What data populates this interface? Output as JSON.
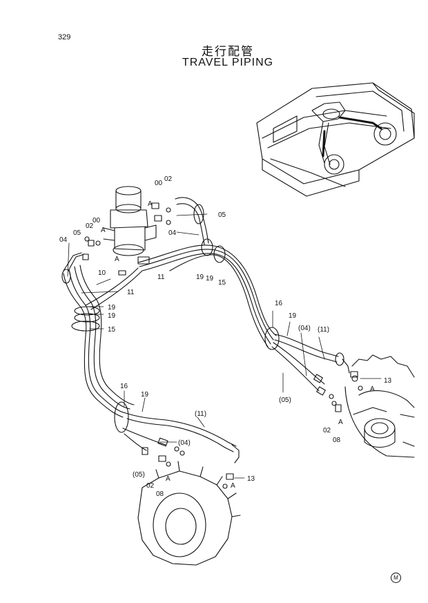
{
  "page_number": "329",
  "title_jp": "走行配管",
  "title_en": "TRAVEL PIPING",
  "corner_mark": "M",
  "labels": {
    "l02_top": "02",
    "l00_top": "00",
    "lA_top": "A",
    "l05_top": "05",
    "l02_left": "02",
    "l00_left": "00",
    "lA_left": "A",
    "l05_left": "05",
    "l04_left": "04",
    "l04_mid": "04",
    "lA_mid": "A",
    "l10": "10",
    "l11_mid": "11",
    "l19a": "19",
    "l19b": "19",
    "l15_mid": "15",
    "l11_left": "11",
    "l19c": "19",
    "l19d": "19",
    "l15_left": "15",
    "l16_right": "16",
    "l19_right": "19",
    "l04p_right": "(04)",
    "l11p_right": "(11)",
    "l13_right": "13",
    "lA_right": "A",
    "l05p_right": "(05)",
    "l02_right": "02",
    "lA_right2": "A",
    "l08_right": "08",
    "l16_bottom": "16",
    "l19_bottom": "19",
    "l11p_bottom": "(11)",
    "l04p_bottom": "(04)",
    "l05p_bottom": "(05)",
    "l02_bottom": "02",
    "lA_bottom": "A",
    "l08_bottom": "08",
    "l13_bottom": "13",
    "lA_bottom2": "A"
  }
}
